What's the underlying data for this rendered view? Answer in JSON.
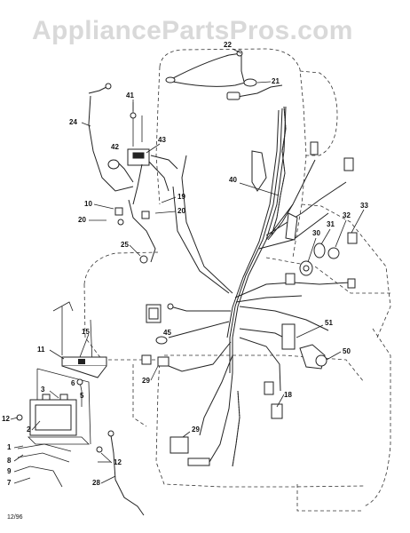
{
  "watermark": "AppliancePartsPros.com",
  "stamp": "12/96",
  "callouts": [
    "22",
    "21",
    "41",
    "24",
    "42",
    "43",
    "40",
    "19",
    "10",
    "20",
    "20",
    "33",
    "32",
    "31",
    "30",
    "25",
    "45",
    "51",
    "11",
    "15",
    "50",
    "29",
    "18",
    "3",
    "6",
    "5",
    "12",
    "2",
    "1",
    "8",
    "9",
    "7",
    "12",
    "28",
    "29"
  ],
  "colors": {
    "line": "#222222",
    "watermark": "#d9d9d9",
    "background": "#ffffff"
  }
}
